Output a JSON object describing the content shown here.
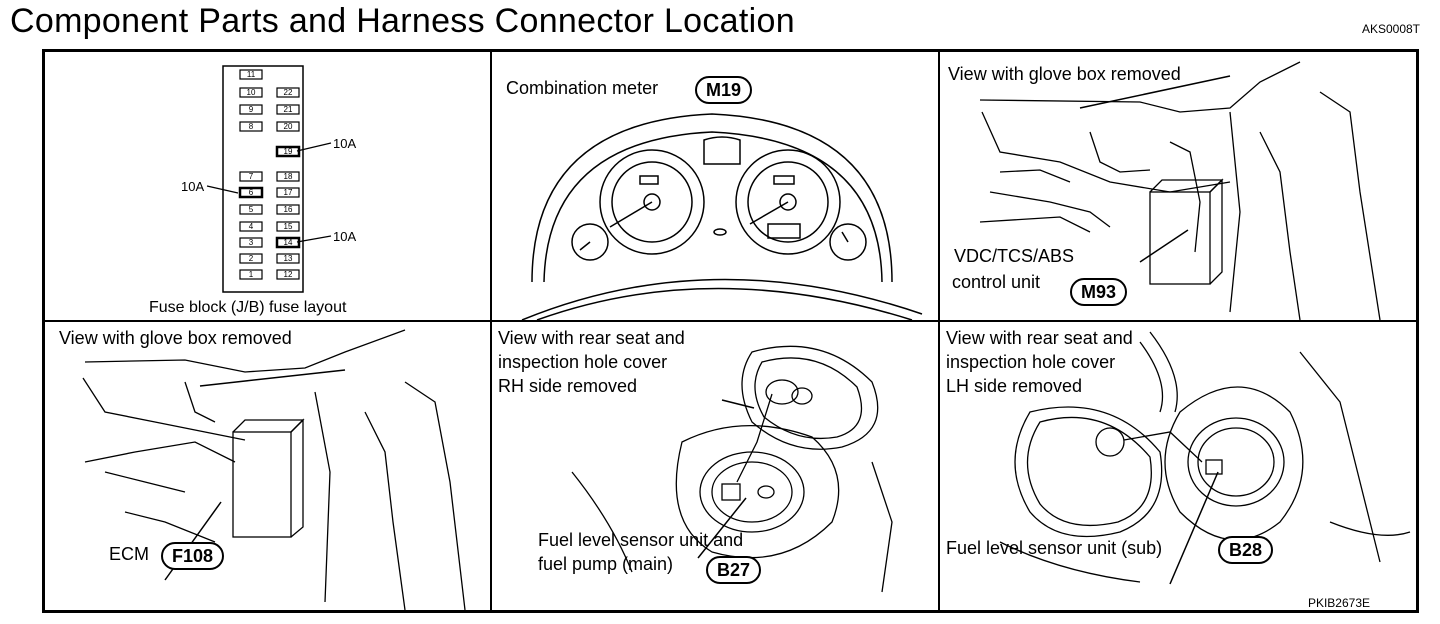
{
  "header": {
    "title": "Component Parts and Harness Connector Location",
    "code": "AKS0008T"
  },
  "footer_code": "PKIB2673E",
  "panels": {
    "fuse": {
      "caption": "Fuse block (J/B) fuse layout",
      "left_column": [
        "11",
        "10",
        "9",
        "8",
        "7",
        "6",
        "5",
        "4",
        "3",
        "2",
        "1"
      ],
      "right_column": [
        "22",
        "21",
        "20",
        "19",
        "18",
        "17",
        "16",
        "15",
        "14",
        "13",
        "12"
      ],
      "callout_19": "10A",
      "callout_6": "10A",
      "callout_14": "10A"
    },
    "meter": {
      "label": "Combination meter",
      "connector": "M19"
    },
    "vdc": {
      "view_label": "View with glove box removed",
      "unit_line1": "VDC/TCS/ABS",
      "unit_line2": "control unit",
      "connector": "M93"
    },
    "ecm": {
      "view_label": "View with glove box removed",
      "unit_label": "ECM",
      "connector": "F108"
    },
    "fuel_main": {
      "view_line1": "View with rear seat and",
      "view_line2": "inspection hole cover",
      "view_line3": "RH side removed",
      "unit_line1": "Fuel level sensor unit and",
      "unit_line2": "fuel pump (main)",
      "connector": "B27"
    },
    "fuel_sub": {
      "view_line1": "View with rear seat and",
      "view_line2": "inspection hole cover",
      "view_line3": "LH side removed",
      "unit_label": "Fuel level sensor unit (sub)",
      "connector": "B28"
    }
  }
}
